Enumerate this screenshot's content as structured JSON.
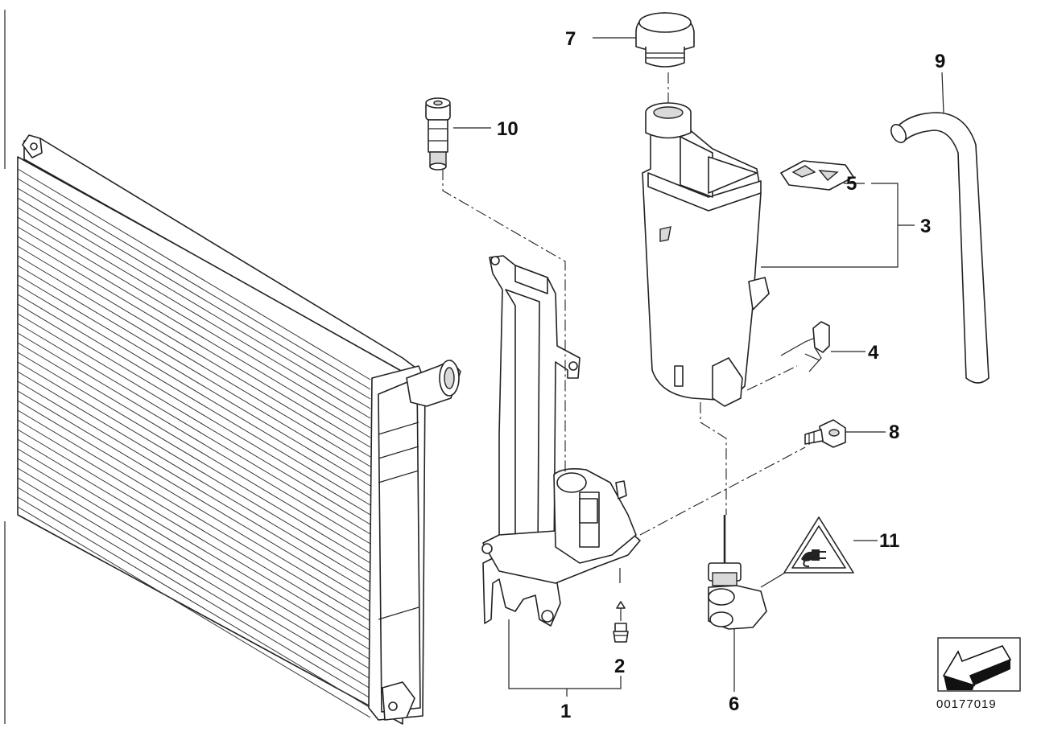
{
  "callouts": [
    {
      "id": "1",
      "label": "1"
    },
    {
      "id": "2",
      "label": "2"
    },
    {
      "id": "3",
      "label": "3"
    },
    {
      "id": "4",
      "label": "4"
    },
    {
      "id": "5",
      "label": "5"
    },
    {
      "id": "6",
      "label": "6"
    },
    {
      "id": "7",
      "label": "7"
    },
    {
      "id": "8",
      "label": "8"
    },
    {
      "id": "9",
      "label": "9"
    },
    {
      "id": "10",
      "label": "10"
    },
    {
      "id": "11",
      "label": "11"
    }
  ],
  "reference_number": "00177019",
  "icons": {
    "warning": "warning-triangle-electrical-icon",
    "orientation": "direction-arrow-icon"
  }
}
